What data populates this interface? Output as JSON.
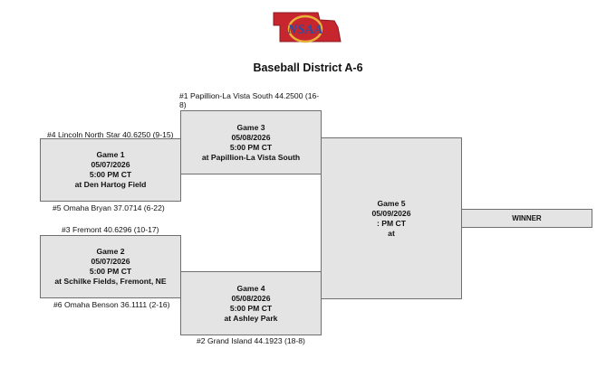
{
  "header": {
    "logo_text": "NSAA",
    "title": "Baseball District A-6"
  },
  "seeds": {
    "s1": "#1 Papillion-La Vista South 44.2500 (16-8)",
    "s4": "#4 Lincoln North Star 40.6250 (9-15)",
    "s5": "#5 Omaha Bryan 37.0714 (6-22)",
    "s3": "#3 Fremont 40.6296 (10-17)",
    "s6": "#6 Omaha Benson 36.1111 (2-16)",
    "s2": "#2 Grand Island 44.1923 (18-8)"
  },
  "games": {
    "g1": {
      "title": "Game 1",
      "date": "05/07/2026",
      "time": "5:00 PM CT",
      "location": "at Den Hartog Field"
    },
    "g2": {
      "title": "Game 2",
      "date": "05/07/2026",
      "time": "5:00 PM CT",
      "location": "at Schilke Fields, Fremont, NE"
    },
    "g3": {
      "title": "Game 3",
      "date": "05/08/2026",
      "time": "5:00 PM CT",
      "location": "at Papillion-La Vista South"
    },
    "g4": {
      "title": "Game 4",
      "date": "05/08/2026",
      "time": "5:00 PM CT",
      "location": "at Ashley Park"
    },
    "g5": {
      "title": "Game 5",
      "date": "05/09/2026",
      "time": ": PM CT",
      "location": "at"
    }
  },
  "winner": {
    "label": "WINNER"
  },
  "colors": {
    "logo_red": "#c8262f",
    "logo_gold": "#e8b23a",
    "logo_blue": "#2a4ea0",
    "box_fill": "#e4e4e4"
  }
}
